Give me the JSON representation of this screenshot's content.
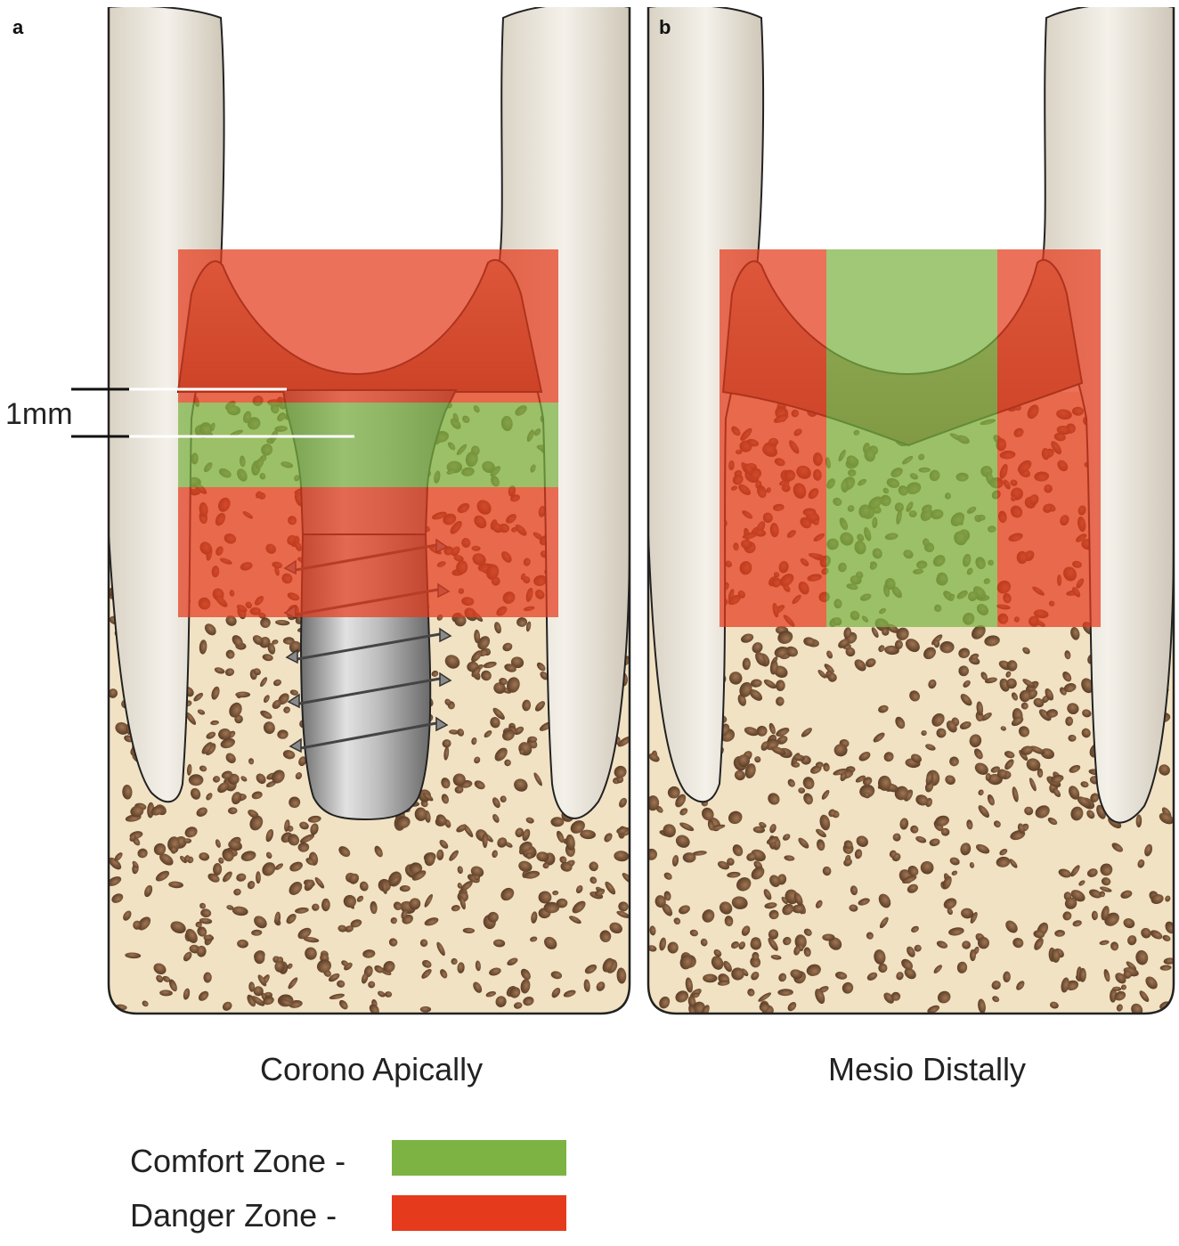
{
  "panels": [
    {
      "letter": "a",
      "caption": "Corono Apically"
    },
    {
      "letter": "b",
      "caption": "Mesio Distally"
    }
  ],
  "dimension": {
    "label": "1mm"
  },
  "legend": [
    {
      "label": "Comfort Zone -",
      "color": "#7cb342"
    },
    {
      "label": "Danger Zone -",
      "color": "#e53a1c"
    }
  ],
  "colors": {
    "comfort": "#7cb342",
    "danger": "#e53a1c",
    "bone": "#f1e2c4",
    "bone_pore": "#6b4a30",
    "tooth": "#ece7dc",
    "gingiva": "#8a3b2a",
    "implant": "#a9a9a9"
  }
}
